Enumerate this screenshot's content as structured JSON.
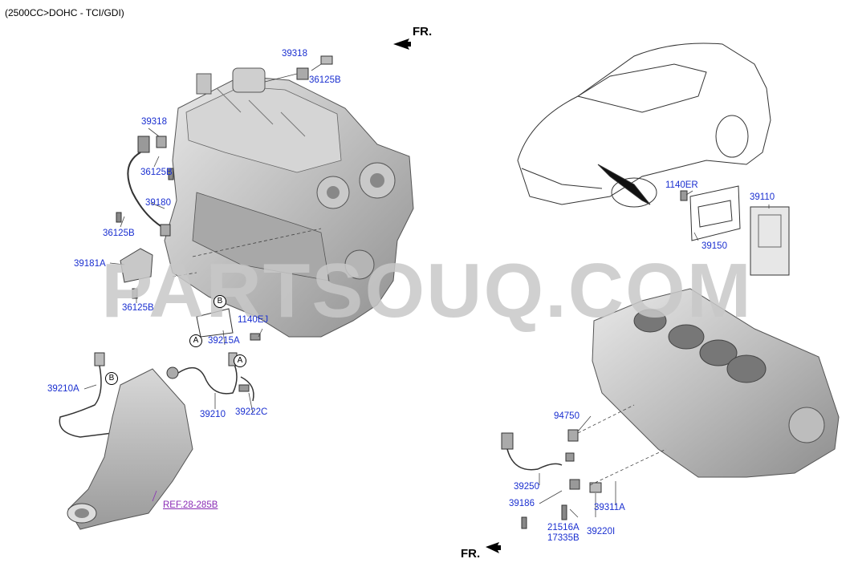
{
  "diagram": {
    "title": "(2500CC>DOHC - TCI/GDI)",
    "watermark": "PARTSOUQ.COM",
    "direction_labels": [
      "FR.",
      "FR."
    ],
    "callout_circles": [
      "B",
      "A",
      "B",
      "A"
    ],
    "part_labels": [
      "39318",
      "36125B",
      "39318",
      "36125B",
      "39180",
      "36125B",
      "39181A",
      "36125B",
      "1140EJ",
      "39215A",
      "39210A",
      "39210",
      "39222C",
      "1140ER",
      "39110",
      "39150",
      "94750",
      "39250",
      "39186",
      "21516A",
      "17335B",
      "39311A",
      "39220I"
    ],
    "reference": "REF.28-285B"
  }
}
